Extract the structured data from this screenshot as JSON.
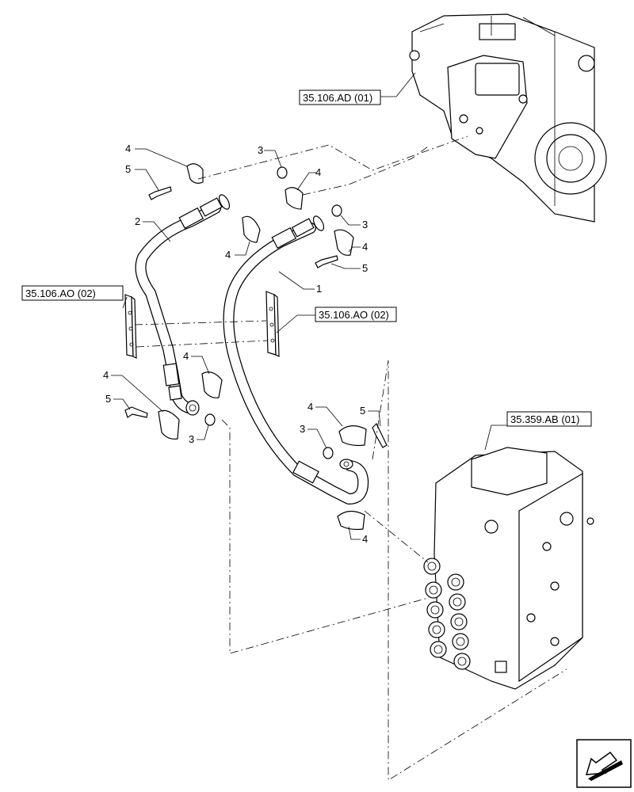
{
  "references": {
    "pump": "35.106.AD (01)",
    "bracket_left": "35.106.AO (02)",
    "bracket_right": "35.106.AO (02)",
    "valve": "35.359.AB (01)"
  },
  "callouts": {
    "hose_1": "1",
    "hose_2": "2",
    "oring": "3",
    "half_flange": "4",
    "screw": "5"
  },
  "icons": {
    "nav_arrow": "next-page-arrow-icon"
  }
}
